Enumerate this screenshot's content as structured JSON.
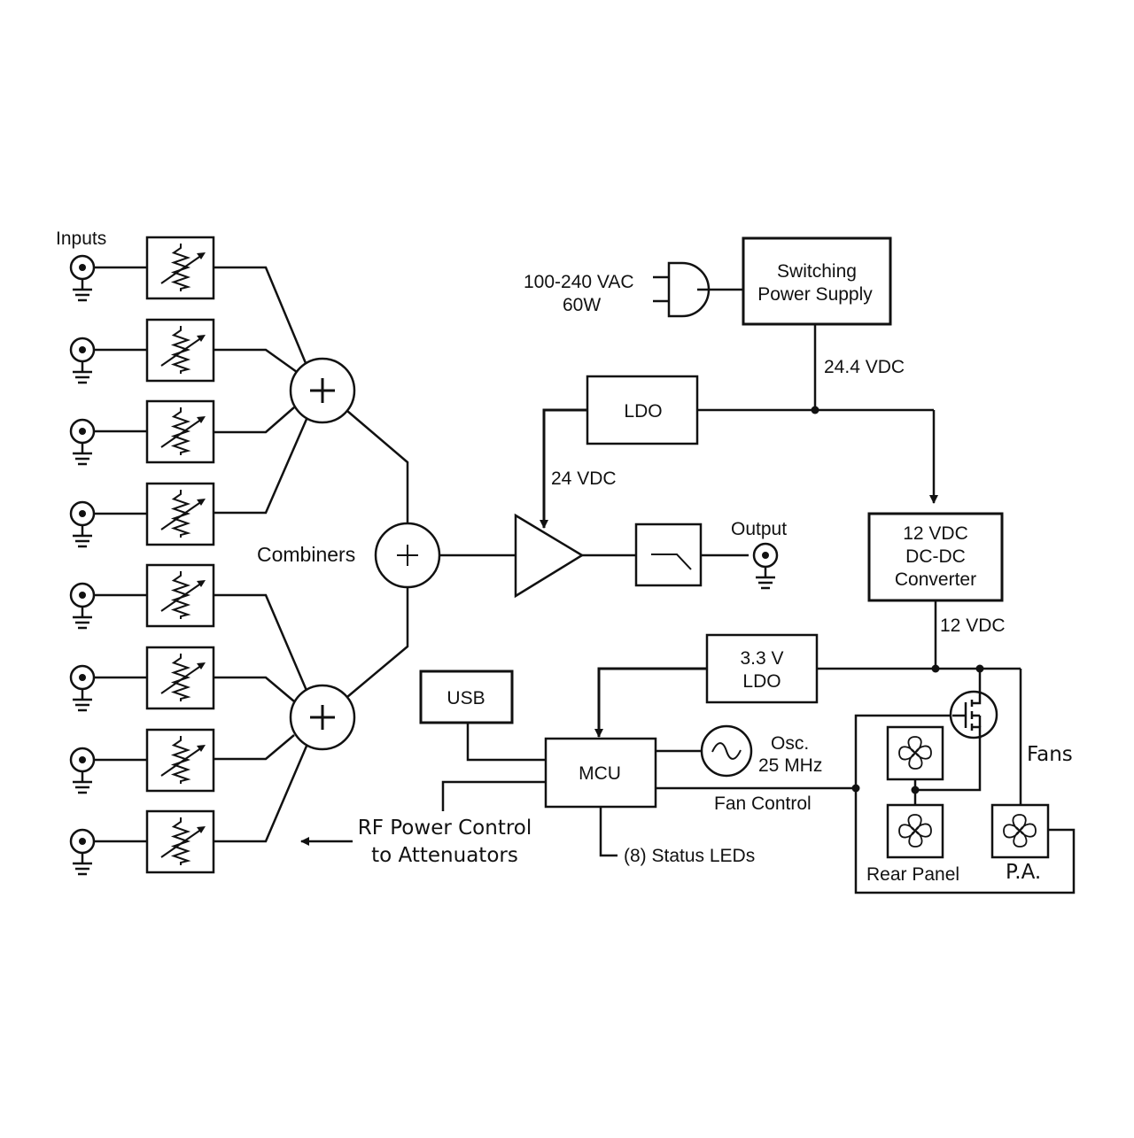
{
  "labels": {
    "inputs": "Inputs",
    "combiners": "Combiners",
    "output": "Output",
    "ac_voltage": "100-240 VAC",
    "ac_power": "60W",
    "psu_line1": "Switching",
    "psu_line2": "Power Supply",
    "v244": "24.4 VDC",
    "ldo": "LDO",
    "v24": "24 VDC",
    "dcdc_line1": "12 VDC",
    "dcdc_line2": "DC-DC",
    "dcdc_line3": "Converter",
    "v12": "12 VDC",
    "ldo33_line1": "3.3 V",
    "ldo33_line2": "LDO",
    "usb": "USB",
    "mcu": "MCU",
    "osc_line1": "Osc.",
    "osc_line2": "25 MHz",
    "fan_control": "Fan Control",
    "status_leds": "(8) Status LEDs",
    "rf_line1": "RF Power Control",
    "rf_line2": "to Attenuators",
    "fans": "Fans",
    "rear_panel": "Rear Panel",
    "pa": "P.A."
  },
  "input_count": 8,
  "colors": {
    "stroke": "#111111",
    "background": "#ffffff"
  }
}
